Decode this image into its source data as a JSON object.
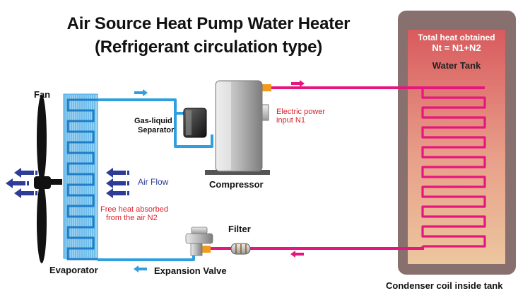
{
  "title_line1": "Air Source Heat Pump Water Heater",
  "title_line2": "(Refrigerant circulation type)",
  "labels": {
    "fan": "Fan",
    "evaporator": "Evaporator",
    "air_flow": "Air Flow",
    "gas_liquid_separator_1": "Gas-liquid",
    "gas_liquid_separator_2": "Separator",
    "compressor": "Compressor",
    "electric_power_1": "Electric power",
    "electric_power_2": "input N1",
    "free_heat_1": "Free heat absorbed",
    "free_heat_2": "from the air N2",
    "filter": "Filter",
    "expansion_valve": "Expansion Valve",
    "condenser": "Condenser coil inside tank"
  },
  "tank": {
    "total_heat": "Total  heat obtained",
    "formula": "Nt = N1+N2",
    "name": "Water Tank"
  },
  "colors": {
    "hot_line": "#e5177e",
    "cold_line": "#2f9fe0",
    "annotation": "#d9222a",
    "arrow": "#2f3c96",
    "tank_frame": "#87706d"
  },
  "icons": [
    "fan-icon",
    "evaporator-coil-icon",
    "air-flow-arrow-icon",
    "separator-icon",
    "compressor-icon",
    "expansion-valve-icon",
    "filter-icon",
    "flow-arrow-icon",
    "condenser-coil-icon"
  ]
}
